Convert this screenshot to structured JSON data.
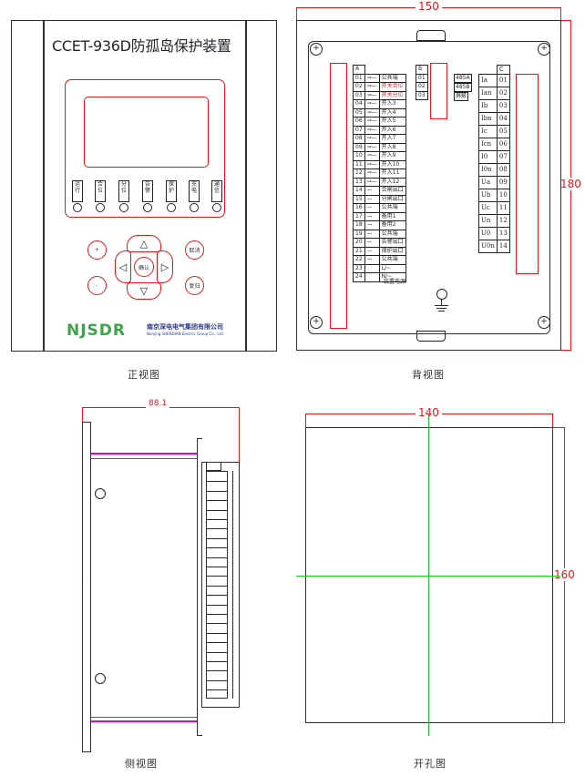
{
  "front_view": {
    "title": "CCET-936D防孤岛保护装置",
    "caption": "正视图",
    "leds": [
      {
        "label": "运行"
      },
      {
        "label": "合位"
      },
      {
        "label": "分位"
      },
      {
        "label": "告警"
      },
      {
        "label": "保护"
      },
      {
        "label": "充电"
      },
      {
        "label": "通信"
      }
    ],
    "keys": {
      "top_left": "+",
      "bottom_left": "-",
      "top_right": "取消",
      "bottom_right": "复归",
      "up": "△",
      "down": "▽",
      "left": "◁",
      "right": "▷",
      "center": "确认"
    },
    "logo": {
      "mark": "NJSDR",
      "company_cn": "南京深电电气集团有限公司",
      "company_en": "Nanjing SHENDIAN Electric Group Co., Ltd"
    }
  },
  "rear_view": {
    "caption": "背视图",
    "width_dim": "150",
    "height_dim": "180",
    "block_a": {
      "header": "A",
      "rows": [
        {
          "no": "01",
          "label": "公共端",
          "highlight": false
        },
        {
          "no": "02",
          "label": "开关合位",
          "highlight": true
        },
        {
          "no": "03",
          "label": "开关分位",
          "highlight": true
        },
        {
          "no": "04",
          "label": "开入3",
          "highlight": false
        },
        {
          "no": "05",
          "label": "开入4",
          "highlight": false
        },
        {
          "no": "06",
          "label": "开入5",
          "highlight": false
        },
        {
          "no": "07",
          "label": "开入6",
          "highlight": false
        },
        {
          "no": "08",
          "label": "开入7",
          "highlight": false
        },
        {
          "no": "09",
          "label": "开入8",
          "highlight": false
        },
        {
          "no": "10",
          "label": "开入9",
          "highlight": false
        },
        {
          "no": "11",
          "label": "开入10",
          "highlight": false
        },
        {
          "no": "12",
          "label": "开入11",
          "highlight": false
        },
        {
          "no": "13",
          "label": "开入12",
          "highlight": false
        },
        {
          "no": "14",
          "label": "合闸出口",
          "highlight": false
        },
        {
          "no": "15",
          "label": "分闸出口",
          "highlight": false
        },
        {
          "no": "16",
          "label": "公共端",
          "highlight": false
        },
        {
          "no": "17",
          "label": "备用1",
          "highlight": false
        },
        {
          "no": "18",
          "label": "备用2",
          "highlight": false
        },
        {
          "no": "19",
          "label": "公共端",
          "highlight": false
        },
        {
          "no": "20",
          "label": "告警出口",
          "highlight": false
        },
        {
          "no": "21",
          "label": "保护出口",
          "highlight": false
        },
        {
          "no": "22",
          "label": "公共端",
          "highlight": false
        },
        {
          "no": "23",
          "label": "L/~",
          "highlight": false
        },
        {
          "no": "24",
          "label": "N/~",
          "highlight": false
        }
      ],
      "power_label": "装置电源"
    },
    "block_b": {
      "header": "B",
      "rows": [
        {
          "no": "01",
          "label": "485A"
        },
        {
          "no": "02",
          "label": "485B"
        },
        {
          "no": "03",
          "label": "屏蔽"
        }
      ]
    },
    "block_c": {
      "header": "C",
      "rows": [
        {
          "no": "01",
          "label": "Ia"
        },
        {
          "no": "02",
          "label": "Ian"
        },
        {
          "no": "03",
          "label": "Ib"
        },
        {
          "no": "04",
          "label": "Ibn"
        },
        {
          "no": "05",
          "label": "Ic"
        },
        {
          "no": "06",
          "label": "Icn"
        },
        {
          "no": "07",
          "label": "I0"
        },
        {
          "no": "08",
          "label": "I0n"
        },
        {
          "no": "09",
          "label": "Ua"
        },
        {
          "no": "10",
          "label": "Ub"
        },
        {
          "no": "11",
          "label": "Uc"
        },
        {
          "no": "12",
          "label": "Un"
        },
        {
          "no": "13",
          "label": "U0"
        },
        {
          "no": "14",
          "label": "U0n"
        }
      ]
    }
  },
  "side_view": {
    "caption": "侧视图",
    "depth_dim": "88.1"
  },
  "cutout_view": {
    "caption": "开孔图",
    "width_dim": "140",
    "height_dim": "160"
  }
}
